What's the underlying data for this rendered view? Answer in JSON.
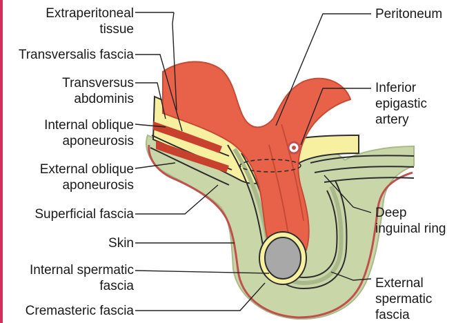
{
  "labels": {
    "extraperitoneal_tissue": [
      "Extraperitoneal",
      "tissue"
    ],
    "transversalis_fascia": [
      "Transversalis fascia"
    ],
    "transversus_abdominis": [
      "Transversus",
      "abdominis"
    ],
    "internal_oblique_aponeurosis": [
      "Internal oblique",
      "aponeurosis"
    ],
    "external_oblique_aponeurosis": [
      "External oblique",
      "aponeurosis"
    ],
    "superficial_fascia": [
      "Superficial fascia"
    ],
    "skin": [
      "Skin"
    ],
    "internal_spermatic_fascia": [
      "Internal spermatic",
      "fascia"
    ],
    "cremasteric_fascia": [
      "Cremasteric fascia"
    ],
    "peritoneum": [
      "Peritoneum"
    ],
    "inferior_epigastic_artery": [
      "Inferior",
      "epigastic",
      "artery"
    ],
    "deep_inguinal_ring": [
      "Deep",
      "inguinal ring"
    ],
    "external_spermatic_fascia": [
      "External",
      "spermatic",
      "fascia"
    ]
  },
  "colors": {
    "peritoneum": "#e8624a",
    "peritoneum_dark": "#c64a34",
    "extraperitoneal": "#f6f0a0",
    "fascia_green": "#c9d6a8",
    "fascia_green_dark": "#a9b989",
    "muscle": "#c8412e",
    "skin_line": "#c0504d",
    "testis": "#a8a8a8",
    "outline": "#2d2d2d",
    "leader": "#222222",
    "left_border": "#d0315a"
  }
}
